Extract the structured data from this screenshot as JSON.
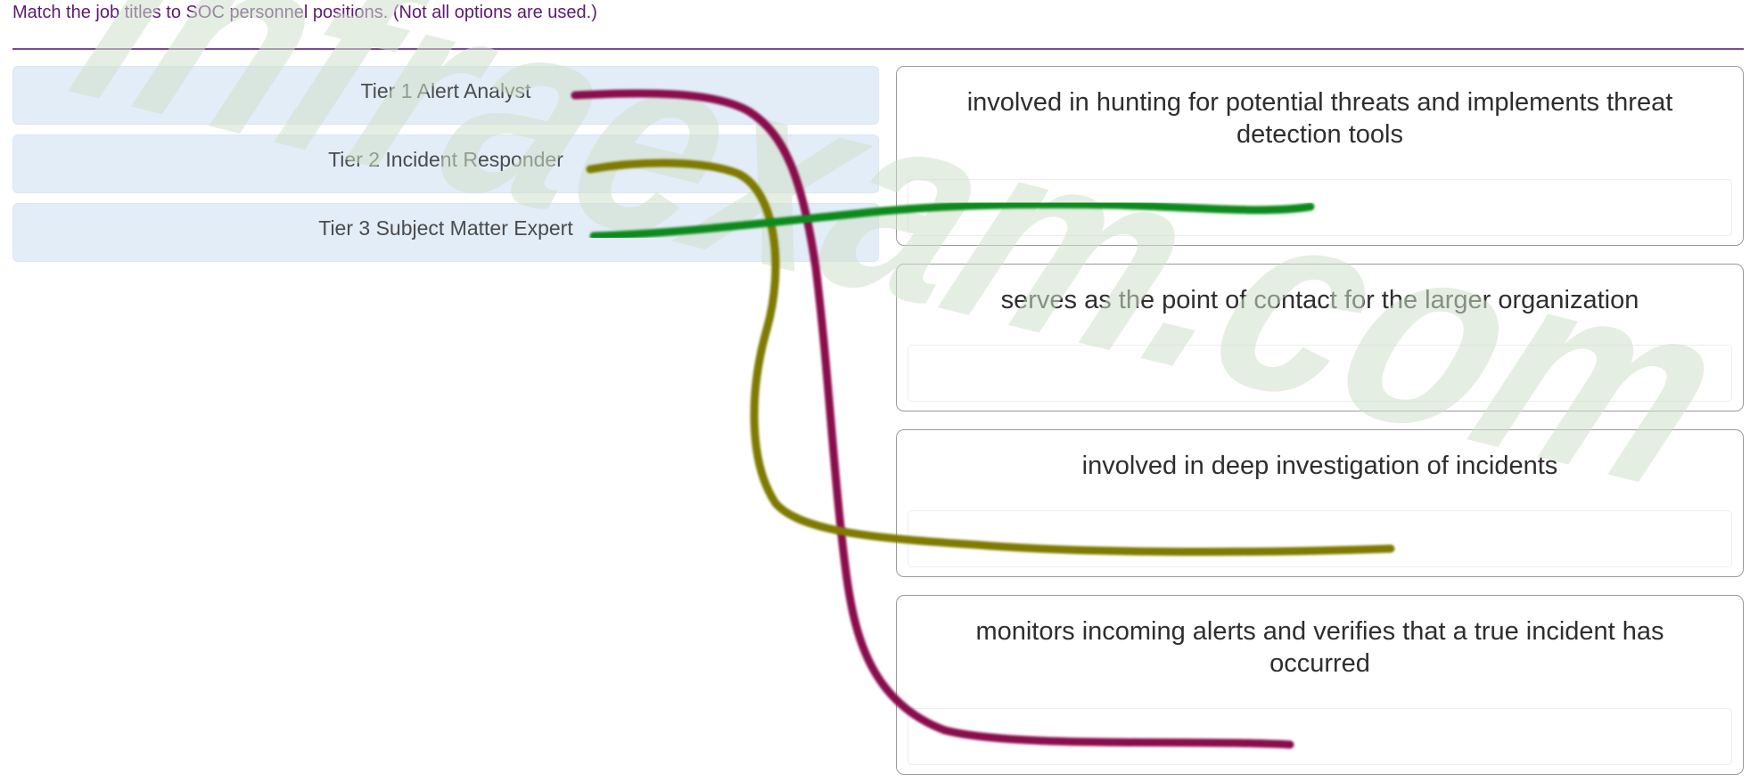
{
  "instructions": "Match the job titles to SOC personnel positions. (Not all options are used.)",
  "drag_items": [
    {
      "label": "Tier 1 Alert Analyst"
    },
    {
      "label": "Tier 2 Incident Responder"
    },
    {
      "label": "Tier 3 Subject Matter Expert"
    }
  ],
  "targets": [
    {
      "text": "involved in hunting for potential threats and implements threat detection tools"
    },
    {
      "text": "serves as the point of contact for the larger organization"
    },
    {
      "text": "involved in deep investigation of incidents"
    },
    {
      "text": "monitors incoming alerts and verifies that a true incident has occurred"
    }
  ],
  "watermark": "infraexam.com",
  "annotation_colors": {
    "tier1": "#8a0a4e",
    "tier2": "#7f7a00",
    "tier3": "#0a8a1e",
    "watermark": "#cfe0cb"
  }
}
